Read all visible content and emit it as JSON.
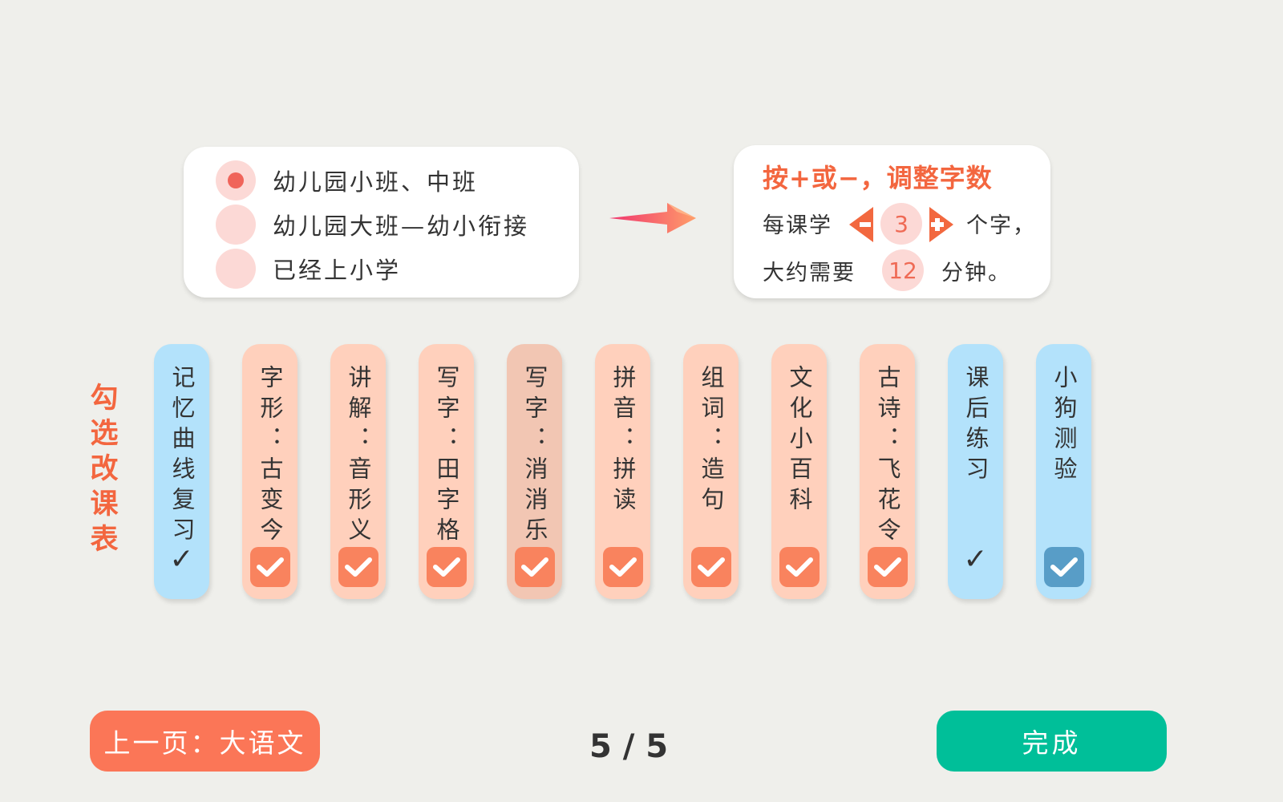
{
  "levels": {
    "items": [
      {
        "label": "幼儿园小班、中班",
        "selected": true
      },
      {
        "label": "幼儿园大班—幼小衔接",
        "selected": false
      },
      {
        "label": "已经上小学",
        "selected": false
      }
    ]
  },
  "word_count": {
    "title": "按+或−，调整字数",
    "line1_prefix": "每课学",
    "count": "3",
    "line1_suffix": "个字，",
    "line2_prefix": "大约需要",
    "minutes": "12",
    "line2_suffix": "分钟。"
  },
  "courses": {
    "title": "勾选改课表",
    "items": [
      {
        "label": "记忆曲线复习",
        "checked": true,
        "style": "blue",
        "check_type": "tick"
      },
      {
        "label": "字形：古变今",
        "checked": true,
        "style": "peach",
        "check_type": "box"
      },
      {
        "label": "讲解：音形义",
        "checked": true,
        "style": "peach",
        "check_type": "box"
      },
      {
        "label": "写字：田字格",
        "checked": true,
        "style": "peach",
        "check_type": "box"
      },
      {
        "label": "写字：消消乐",
        "checked": true,
        "style": "peach-active",
        "check_type": "box"
      },
      {
        "label": "拼音：拼读",
        "checked": true,
        "style": "peach",
        "check_type": "box"
      },
      {
        "label": "组词：造句",
        "checked": true,
        "style": "peach",
        "check_type": "box"
      },
      {
        "label": "文化小百科",
        "checked": true,
        "style": "peach",
        "check_type": "box"
      },
      {
        "label": "古诗：飞花令",
        "checked": true,
        "style": "peach",
        "check_type": "box"
      },
      {
        "label": "课后练习",
        "checked": true,
        "style": "blue",
        "check_type": "tick"
      },
      {
        "label": "小狗测验",
        "checked": true,
        "style": "blue",
        "check_type": "box"
      }
    ],
    "tick_char": "✓"
  },
  "footer": {
    "prev_label": "上一页：大语文",
    "page_indicator": "5 / 5",
    "done_label": "完成"
  },
  "colors": {
    "accent": "#f3663f",
    "peach": "#ffd0bc",
    "blue": "#b3e2fb",
    "prev_button": "#fb7657",
    "done_button": "#00bf99"
  }
}
